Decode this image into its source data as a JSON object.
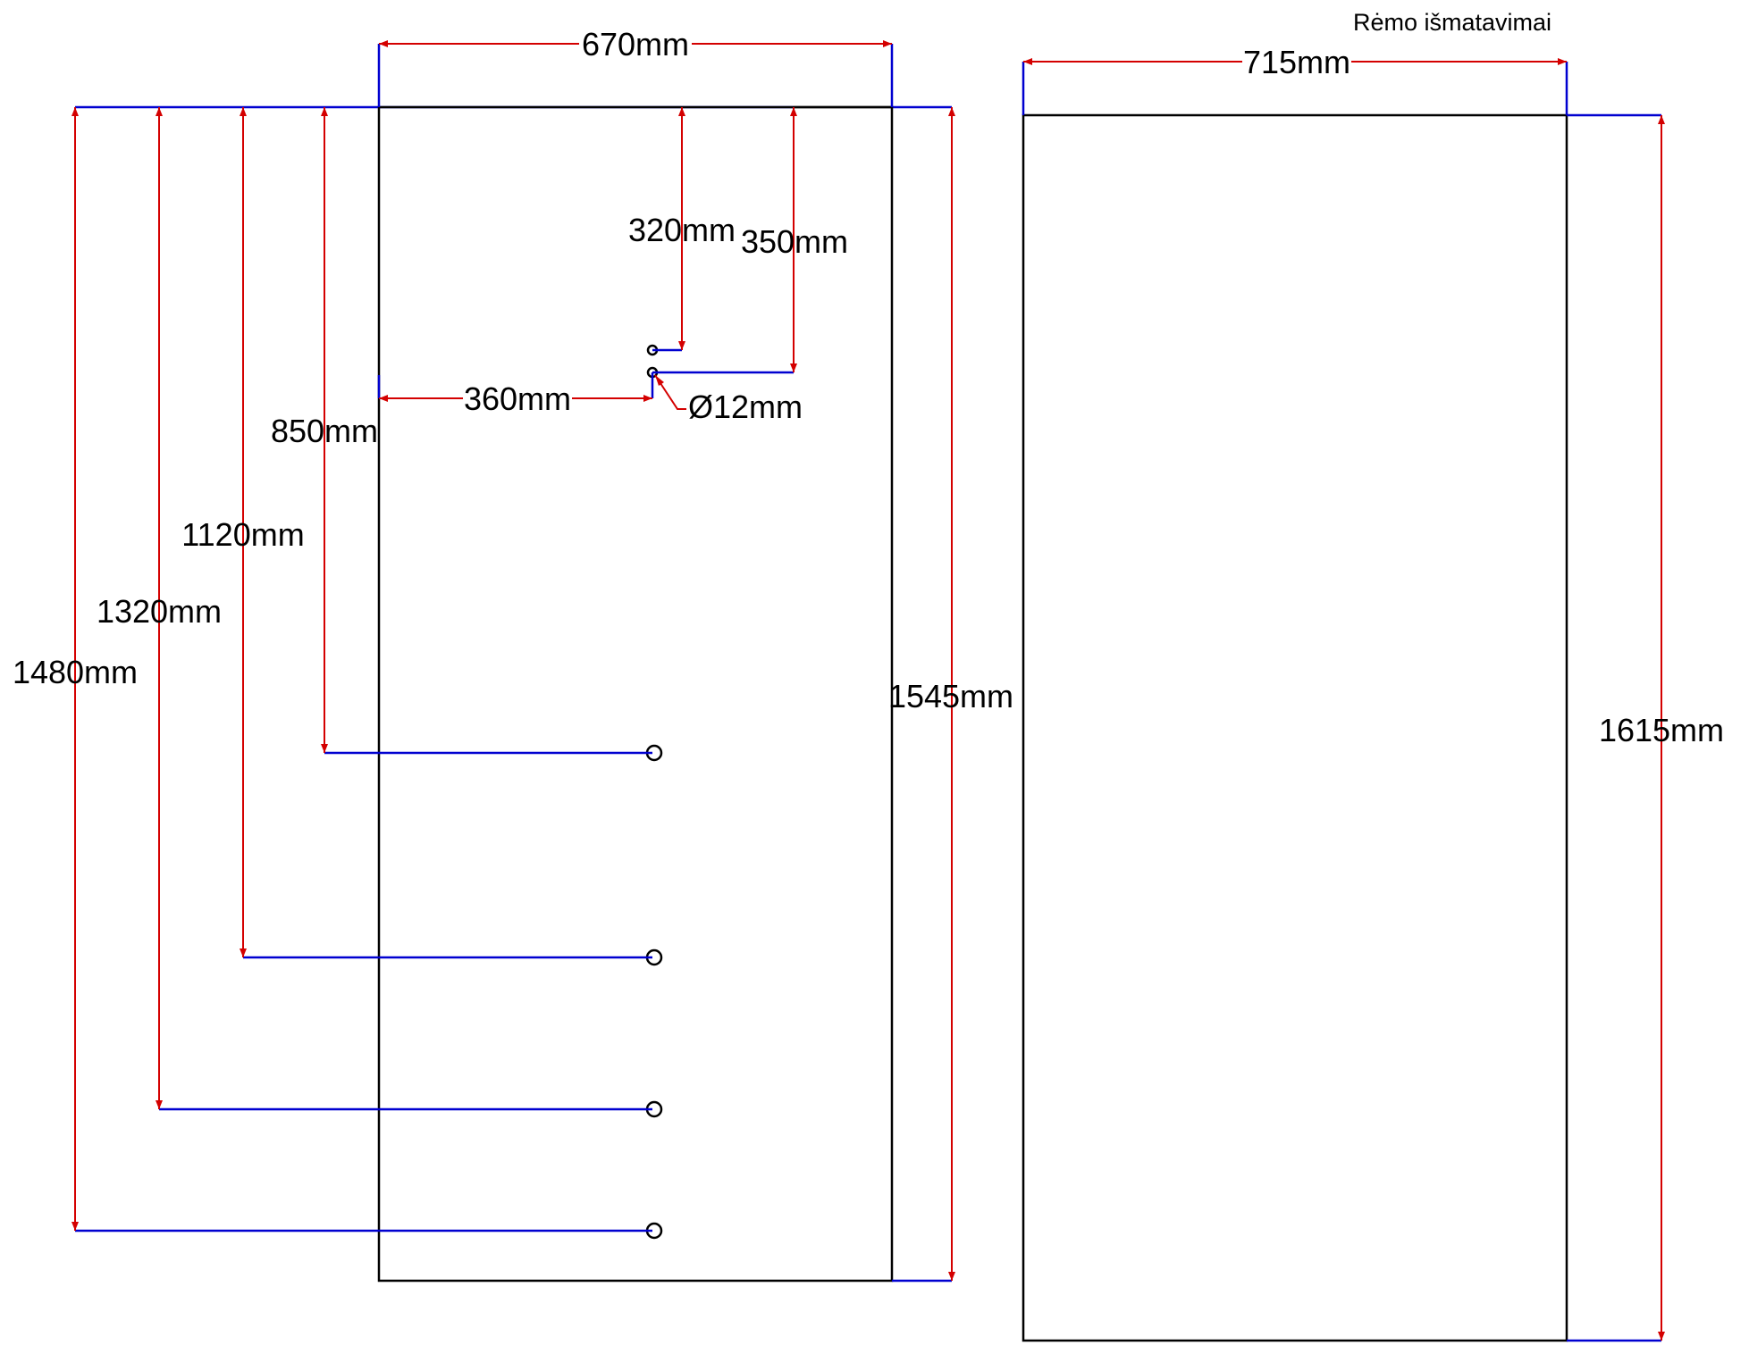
{
  "drawing": {
    "title": "Rėmo išmatavimai",
    "colors": {
      "outline": "#000000",
      "extension_line": "#0000d0",
      "dimension_line": "#d40000"
    },
    "panel": {
      "width_label": "670mm",
      "height_label": "1545mm",
      "width_mm": 670,
      "height_mm": 1545,
      "hole_offset_label": "360mm",
      "hole_offset_mm": 360,
      "hole_diameter_label": "Ø12mm",
      "hole_diameter_mm": 12,
      "holes": [
        {
          "depth_mm": 320,
          "label": "320mm"
        },
        {
          "depth_mm": 350,
          "label": "350mm"
        },
        {
          "depth_mm": 850,
          "label": "850mm"
        },
        {
          "depth_mm": 1120,
          "label": "1120mm"
        },
        {
          "depth_mm": 1320,
          "label": "1320mm"
        },
        {
          "depth_mm": 1480,
          "label": "1480mm"
        }
      ]
    },
    "frame": {
      "width_label": "715mm",
      "height_label": "1615mm",
      "width_mm": 715,
      "height_mm": 1615
    }
  }
}
